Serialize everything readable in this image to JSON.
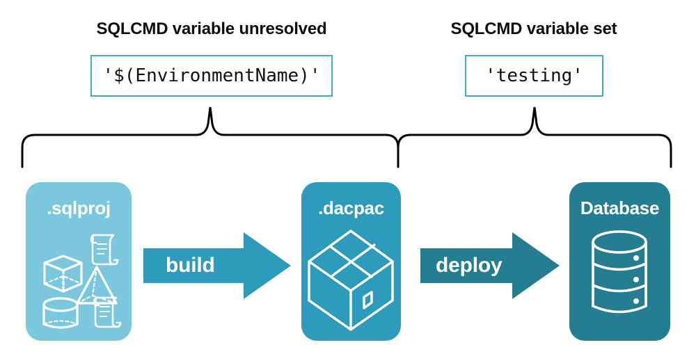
{
  "diagram": {
    "title_left": "SQLCMD variable unresolved",
    "title_right": "SQLCMD variable set",
    "code_left": "'$(EnvironmentName)'",
    "code_right": "'testing'",
    "colors": {
      "sqlproj_fill": "#7BC8DE",
      "dacpac_fill": "#2E9BBD",
      "database_fill": "#257D91",
      "build_arrow_fill": "#2E9BBD",
      "deploy_arrow_fill": "#257D91",
      "code_box_border": "#3FA9C6",
      "brace_stroke": "#000000",
      "icon_stroke": "#FFFFFF",
      "heading_text": "#0D0D0D",
      "background": "#FFFFFF"
    },
    "stages": [
      {
        "id": "sqlproj",
        "label": ".sqlproj",
        "icon": "project-shapes-icon"
      },
      {
        "id": "dacpac",
        "label": ".dacpac",
        "icon": "package-box-icon"
      },
      {
        "id": "database",
        "label": "Database",
        "icon": "database-cylinder-icon"
      }
    ],
    "arrows": [
      {
        "id": "build",
        "label": "build"
      },
      {
        "id": "deploy",
        "label": "deploy"
      }
    ],
    "braces": [
      {
        "id": "left",
        "spans": ".sqlproj to .dacpac"
      },
      {
        "id": "right",
        "spans": ".dacpac to Database"
      }
    ]
  }
}
